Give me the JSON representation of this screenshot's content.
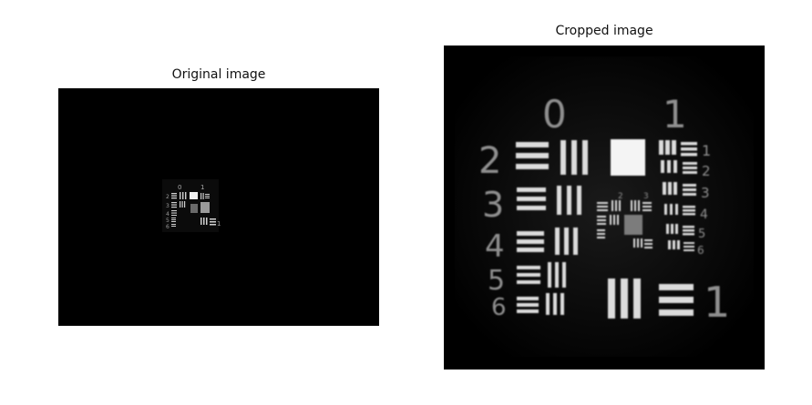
{
  "left_panel": {
    "title": "Original image",
    "target_labels": {
      "g0": "0",
      "g1": "1",
      "e2": "2",
      "e3": "3",
      "e4": "4",
      "e5": "5",
      "e6": "6",
      "r1": "1"
    }
  },
  "right_panel": {
    "title": "Cropped image",
    "target_labels": {
      "g0": "0",
      "g1": "1",
      "l2": "2",
      "l3": "3",
      "l4": "4",
      "l5": "5",
      "l6": "6",
      "r1": "1",
      "r2": "2",
      "r3": "3",
      "r4": "4",
      "r5": "5",
      "r6": "6",
      "c2": "2",
      "c3": "3",
      "big1": "1"
    }
  },
  "colors": {
    "background": "#000000",
    "bars": "#d9d9d9",
    "labels": "#9a9a9a"
  }
}
